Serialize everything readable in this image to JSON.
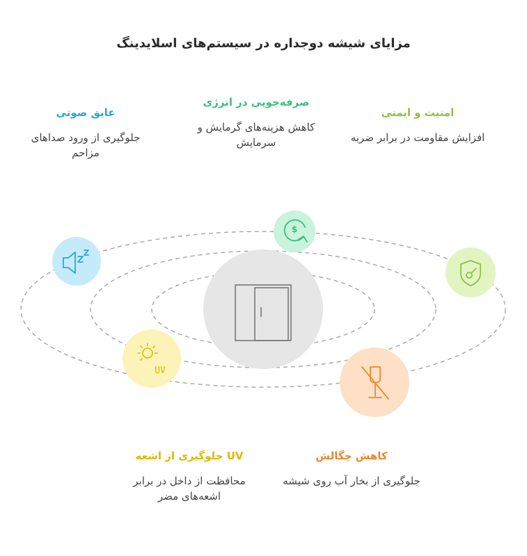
{
  "title": "مزایای شیشه دوجداره در سیستم‌های اسلایدینگ",
  "benefits": [
    {
      "key": "acoustic",
      "heading": "عایق صوتی",
      "text": "جلوگیری از ورود صداهای مزاحم",
      "color": "#29a8d8",
      "bg": "#c5ebfb",
      "icon": "speaker-snooze-icon"
    },
    {
      "key": "energy",
      "heading": "صرفه‌جویی در انرژی",
      "text": "کاهش هزینه‌های گرمایش و سرمایش",
      "color": "#3dbf7a",
      "bg": "#c9f3dc",
      "icon": "money-down-icon"
    },
    {
      "key": "security",
      "heading": "امنیت و ایمنی",
      "text": "افزایش مقاومت در برابر ضربه",
      "color": "#8cc43c",
      "bg": "#e3f4c3",
      "icon": "shield-key-icon"
    },
    {
      "key": "uv",
      "heading": "UV جلوگیری از اشعه",
      "text": "محافظت از داخل در برابر اشعه‌های مضر",
      "color": "#e0b800",
      "bg": "#fbf3b8",
      "icon": "sun-uv-icon"
    },
    {
      "key": "condensation",
      "heading": "کاهش چگالش",
      "text": "جلوگیری از بخار آب روی شیشه",
      "color": "#e9892e",
      "bg": "#fde0c6",
      "icon": "no-condensation-icon"
    }
  ],
  "center": {
    "icon": "sliding-door-icon",
    "bg": "#e6e6e6"
  }
}
